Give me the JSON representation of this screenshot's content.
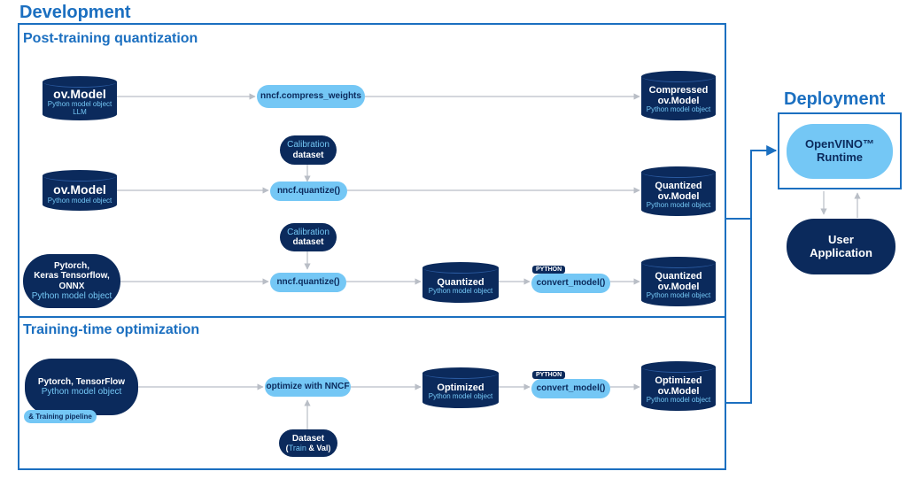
{
  "development": {
    "title": "Development",
    "ptq_title": "Post-training quantization",
    "tto_title": "Training-time optimization"
  },
  "row1": {
    "source_title": "ov.Model",
    "source_sub1": "Python model object",
    "source_sub2": "LLM",
    "op": "nncf.compress_weights",
    "target_line1": "Compressed",
    "target_line2": "ov.Model",
    "target_sub": "Python model object"
  },
  "row2": {
    "calib_line1": "Calibration",
    "calib_line2": "dataset",
    "source_title": "ov.Model",
    "source_sub": "Python model object",
    "op": "nncf.quantize()",
    "target_line1": "Quantized",
    "target_line2": "ov.Model",
    "target_sub": "Python model object"
  },
  "row3": {
    "calib_line1": "Calibration",
    "calib_line2": "dataset",
    "source_line1": "Pytorch,",
    "source_line2": "Keras Tensorflow,",
    "source_line3": "ONNX",
    "source_sub": "Python model object",
    "op": "nncf.quantize()",
    "mid_title": "Quantized",
    "mid_sub": "Python model object",
    "python_tag": "PYTHON",
    "convert": "convert_model()",
    "target_line1": "Quantized",
    "target_line2": "ov.Model",
    "target_sub": "Python model object"
  },
  "row4": {
    "source_line1": "Pytorch, TensorFlow",
    "source_sub": "Python model object",
    "pipeline": "& Training pipeline",
    "op": "optimize with NNCF",
    "dataset_line1": "Dataset",
    "dataset_paren_open": "(",
    "dataset_train": "Train",
    "dataset_rest": " & Val)",
    "mid_title": "Optimized",
    "mid_sub": "Python model object",
    "python_tag": "PYTHON",
    "convert": "convert_model()",
    "target_line1": "Optimized",
    "target_line2": "ov.Model",
    "target_sub": "Python model object"
  },
  "deployment": {
    "title": "Deployment",
    "runtime_line1": "OpenVINO™",
    "runtime_line2": "Runtime",
    "app_line1": "User",
    "app_line2": "Application"
  },
  "colors": {
    "frame": "#1b6fc0",
    "dark_node": "#0b2a5c",
    "light_node": "#74c7f5",
    "arrow": "#b9bec6"
  }
}
